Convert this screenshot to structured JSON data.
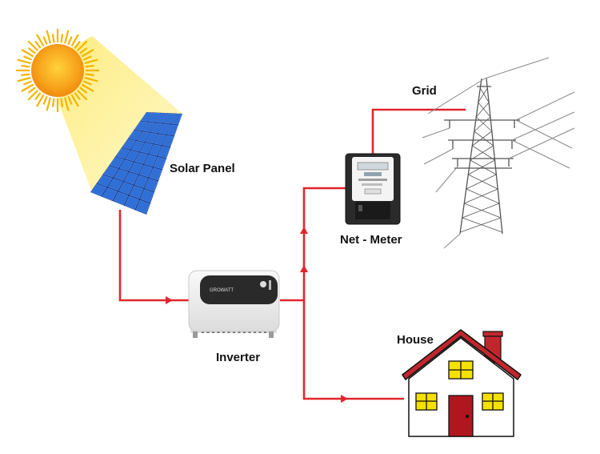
{
  "labels": {
    "solar_panel": "Solar Panel",
    "inverter": "Inverter",
    "net_meter": "Net - Meter",
    "grid": "Grid",
    "house": "House"
  },
  "inverter_brand": "GROWATT",
  "colors": {
    "wire": "#e0262b",
    "sun_core": "#f7a21b",
    "sun_rays": "#f5c400",
    "sunlight_beam": "#fdf4a6",
    "panel_cell": "#2f6fd6",
    "panel_frame": "#1d3f8f",
    "roof": "#c0272d",
    "door": "#b0161d",
    "window": "#f5e100"
  }
}
